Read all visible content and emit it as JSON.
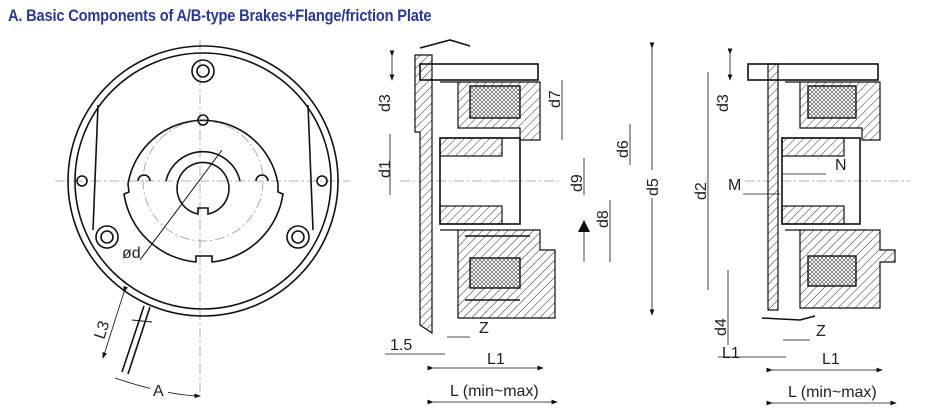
{
  "title": "A. Basic Components of A/B-type Brakes+Flange/friction Plate",
  "colors": {
    "title": "#2b3990",
    "lines": "#111111",
    "centerline": "#999999"
  },
  "front_view": {
    "labels": {
      "bore_diameter": "ød",
      "lead_length": "L3",
      "lead_angle": "A"
    }
  },
  "section_view_a": {
    "labels": {
      "d3": "d3",
      "d1": "d1",
      "d7": "d7",
      "d6": "d6",
      "d9": "d9",
      "d8": "d8",
      "d5": "d5",
      "gap": "1.5",
      "z": "Z",
      "l1": "L1",
      "l": "L (min~max)"
    }
  },
  "section_view_b": {
    "labels": {
      "d3": "d3",
      "d2": "d2",
      "m": "M",
      "n": "N",
      "d4": "d4",
      "l1_left": "L1",
      "z": "Z",
      "l1": "L1",
      "l": "L (min~max)"
    }
  }
}
